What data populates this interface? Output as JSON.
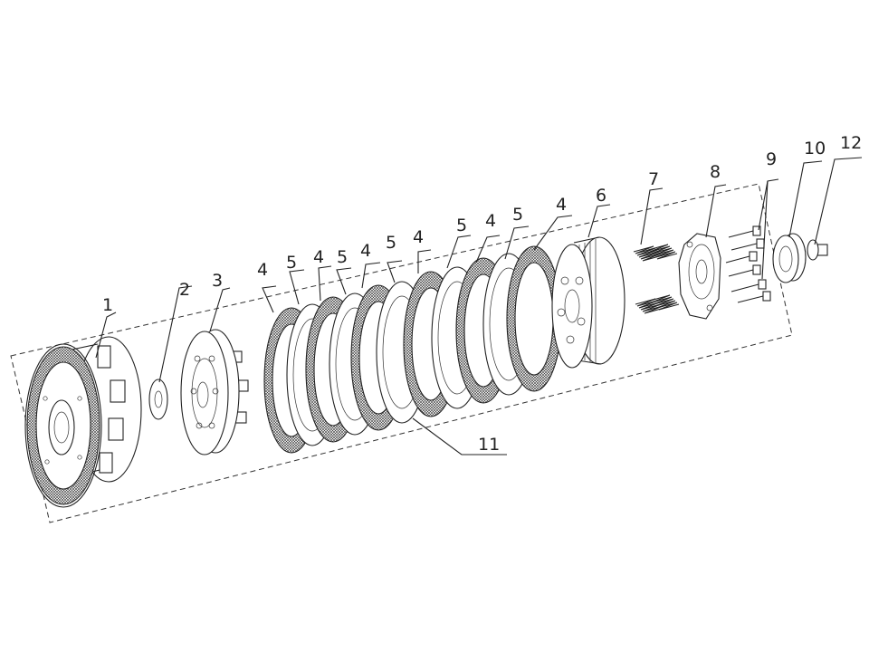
{
  "callouts": [
    "1",
    "2",
    "3",
    "4",
    "5",
    "6",
    "7",
    "8",
    "9",
    "10",
    "11",
    "12"
  ],
  "colors": {
    "line": "#222222",
    "background": "#ffffff"
  }
}
